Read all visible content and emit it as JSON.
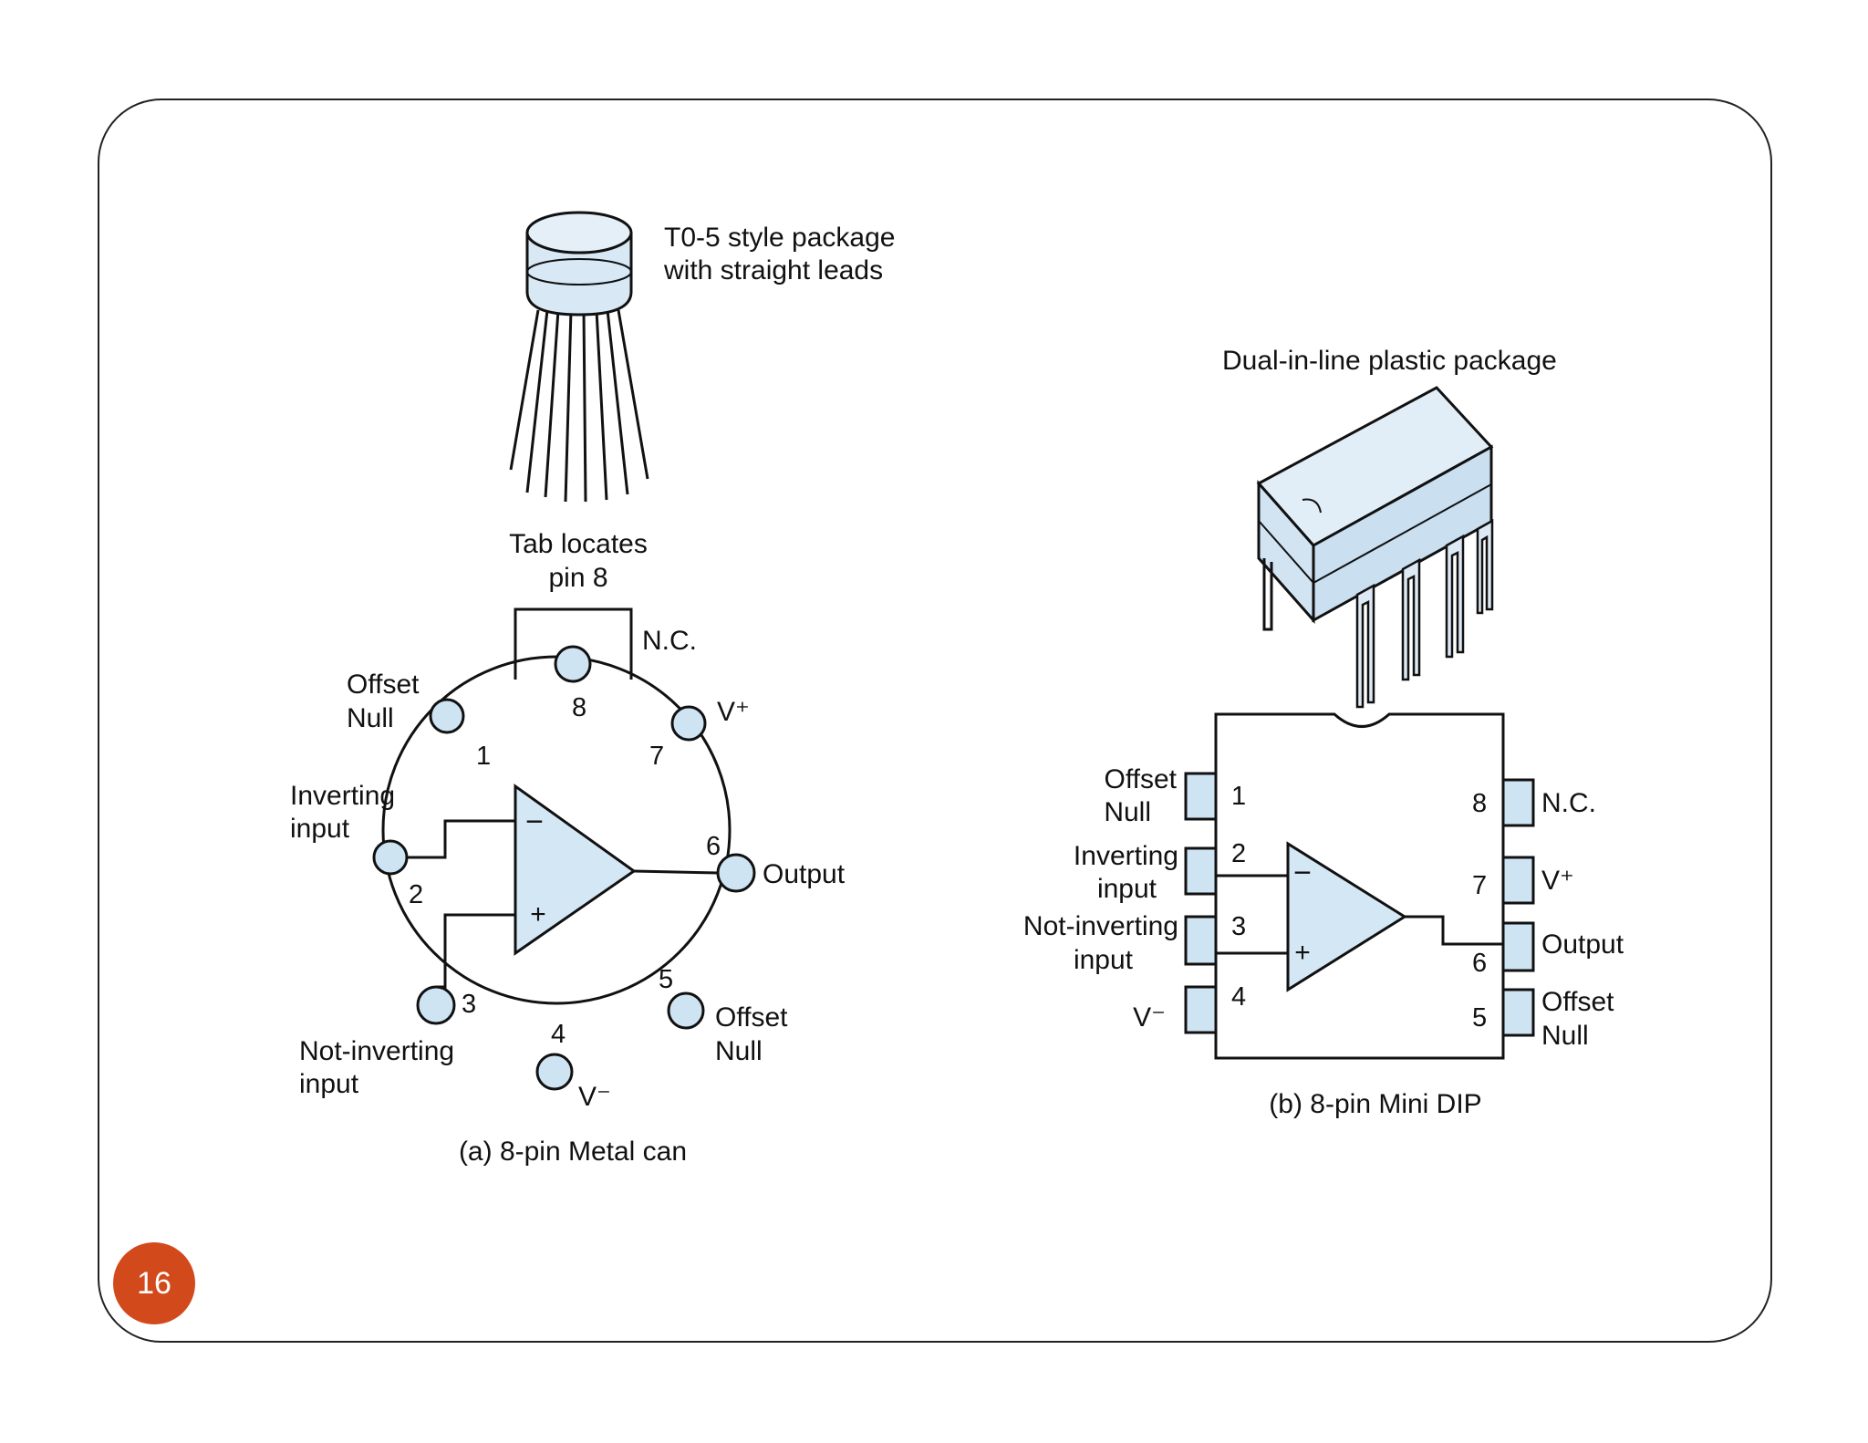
{
  "slide": {
    "page_number": "16"
  },
  "metal_can": {
    "package_label_line1": "T0-5 style package",
    "package_label_line2": "with straight leads",
    "tab_label_line1": "Tab locates",
    "tab_label_line2": "pin 8",
    "caption": "(a) 8-pin Metal can",
    "pins": [
      {
        "number": "1",
        "label_line1": "Offset",
        "label_line2": "Null"
      },
      {
        "number": "2",
        "label_line1": "Inverting",
        "label_line2": "input"
      },
      {
        "number": "3",
        "label_line1": "Not-inverting",
        "label_line2": "input"
      },
      {
        "number": "4",
        "label_line1": "V⁻",
        "label_line2": ""
      },
      {
        "number": "5",
        "label_line1": "Offset",
        "label_line2": "Null"
      },
      {
        "number": "6",
        "label_line1": "Output",
        "label_line2": ""
      },
      {
        "number": "7",
        "label_line1": "V⁺",
        "label_line2": ""
      },
      {
        "number": "8",
        "label_line1": "N.C.",
        "label_line2": ""
      }
    ],
    "minus_sign": "−",
    "plus_sign": "+"
  },
  "mini_dip": {
    "package_label": "Dual-in-line plastic package",
    "caption": "(b) 8-pin Mini DIP",
    "pins": [
      {
        "number": "1",
        "label_line1": "Offset",
        "label_line2": "Null"
      },
      {
        "number": "2",
        "label_line1": "Inverting",
        "label_line2": "input"
      },
      {
        "number": "3",
        "label_line1": "Not-inverting",
        "label_line2": "input"
      },
      {
        "number": "4",
        "label_line1": "V⁻",
        "label_line2": ""
      },
      {
        "number": "5",
        "label_line1": "Offset",
        "label_line2": "Null"
      },
      {
        "number": "6",
        "label_line1": "Output",
        "label_line2": ""
      },
      {
        "number": "7",
        "label_line1": "V⁺",
        "label_line2": ""
      },
      {
        "number": "8",
        "label_line1": "N.C.",
        "label_line2": ""
      }
    ],
    "minus_sign": "−",
    "plus_sign": "+"
  },
  "colors": {
    "badge": "#d24a1b",
    "pin_fill": "#cfe4f3",
    "frame": "#222222"
  }
}
